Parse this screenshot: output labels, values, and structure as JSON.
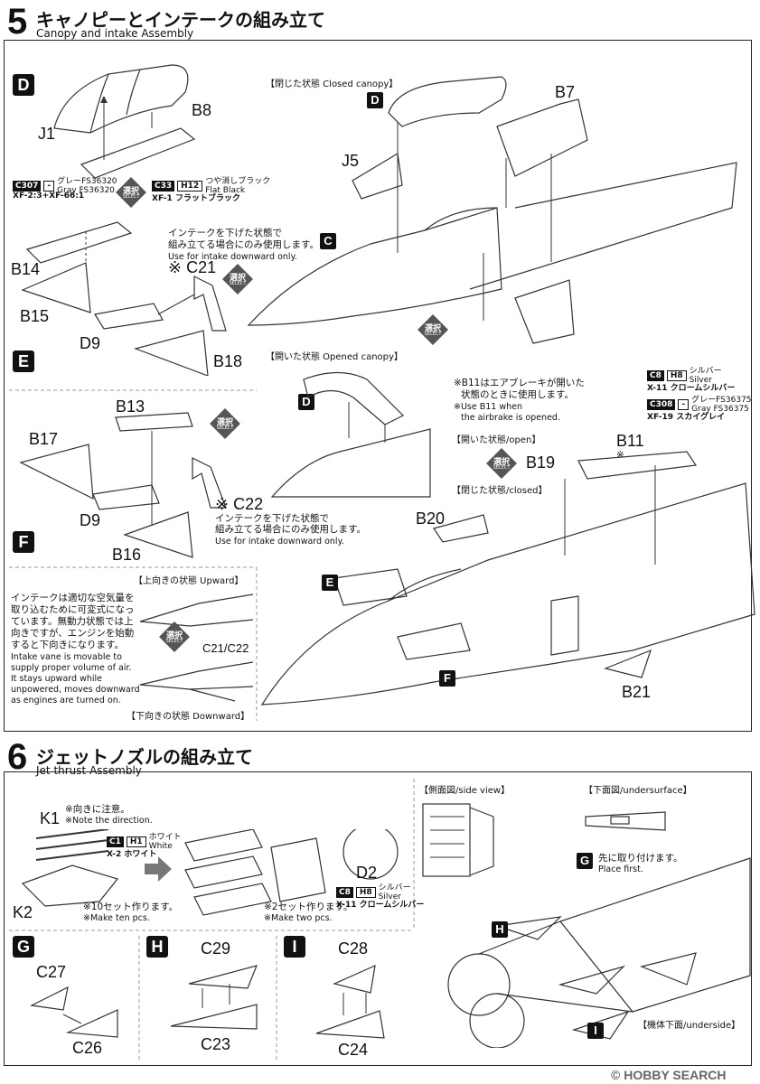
{
  "step5": {
    "number": "5",
    "title_jp": "キャノピーとインテークの組み立て",
    "title_en": "Canopy and intake Assembly"
  },
  "step6": {
    "number": "6",
    "title_jp": "ジェットノズルの組み立て",
    "title_en": "Jet thrust Assembly"
  },
  "letters": {
    "D": "D",
    "E": "E",
    "F": "F",
    "C": "C",
    "G": "G",
    "H": "H",
    "I": "I"
  },
  "parts": {
    "J1": "J1",
    "B8": "B8",
    "B14": "B14",
    "B15": "B15",
    "D9a": "D9",
    "B18": "B18",
    "B13": "B13",
    "B17": "B17",
    "D9b": "D9",
    "B16": "B16",
    "C21": "※ C21",
    "C22": "※ C22",
    "B7": "B7",
    "J5": "J5",
    "B11": "B11",
    "B11_mark": "※",
    "B19": "B19",
    "B20": "B20",
    "B21": "B21",
    "C21_C22": "C21/C22",
    "K1": "K1",
    "K2": "K2",
    "D2": "D2",
    "C27": "C27",
    "C26": "C26",
    "C29": "C29",
    "C23": "C23",
    "C28": "C28",
    "C24": "C24"
  },
  "paints": {
    "c307": {
      "code": "C307",
      "num": "-",
      "jp": "グレーFS36320",
      "en": "Gray FS36320",
      "line": "XF-2:3+XF-66:1"
    },
    "c33": {
      "code": "C33",
      "num": "H12",
      "jp": "つや消しブラック",
      "en": "Flat Black",
      "line": "XF-1 フラットブラック"
    },
    "c8a": {
      "code": "C8",
      "num": "H8",
      "jp": "シルバー",
      "en": "Silver",
      "line": "X-11 クロームシルバー"
    },
    "c308": {
      "code": "C308",
      "num": "-",
      "jp": "グレーFS36375",
      "en": "Gray FS36375",
      "line": "XF-19 スカイグレイ"
    },
    "c1": {
      "code": "C1",
      "num": "H1",
      "jp": "ホワイト",
      "en": "White",
      "line": "X-2 ホワイト"
    },
    "c8b": {
      "code": "C8",
      "num": "H8",
      "jp": "シルバー",
      "en": "Silver",
      "line": "X-11 クロームシルバー"
    }
  },
  "select": {
    "jp": "選択",
    "en": "SELECT"
  },
  "states": {
    "closed_canopy": "【閉じた状態 Closed canopy】",
    "opened_canopy": "【開いた状態 Opened canopy】",
    "open": "【開いた状態/open】",
    "closed": "【閉じた状態/closed】",
    "upward": "【上向きの状態 Upward】",
    "downward": "【下向きの状態 Downward】",
    "side_view": "【側面図/side view】",
    "undersurface": "【下面図/undersurface】",
    "underside": "【機体下面/underside】"
  },
  "notes": {
    "intake_c21_jp1": "インテークを下げた状態で",
    "intake_c21_jp2": "組み立てる場合にのみ使用します。",
    "intake_c21_en": "Use for intake downward only.",
    "intake_c22_jp1": "インテークを下げた状態で",
    "intake_c22_jp2": "組み立てる場合にのみ使用します。",
    "intake_c22_en": "Use for intake downward only.",
    "b11_jp1": "※B11はエアブレーキが開いた",
    "b11_jp2": "状態のときに使用します。",
    "b11_en1": "※Use B11 when",
    "b11_en2": "the airbrake is opened.",
    "vane_jp1": "インテークは適切な空気量を",
    "vane_jp2": "取り込むために可変式になっ",
    "vane_jp3": "ています。無動力状態では上",
    "vane_jp4": "向きですが、エンジンを始動",
    "vane_jp5": "すると下向きになります。",
    "vane_en1": "Intake vane is movable to",
    "vane_en2": "supply proper volume of air.",
    "vane_en3": "It stays upward while",
    "vane_en4": "unpowered, moves downward",
    "vane_en5": "as engines are turned on.",
    "direction_jp": "※向きに注意。",
    "direction_en": "※Note the direction.",
    "ten_jp": "※10セット作ります。",
    "ten_en": "※Make ten pcs.",
    "two_jp": "※2セット作ります。",
    "two_en": "※Make two pcs.",
    "place_first_jp": "先に取り付けます。",
    "place_first_en": "Place first."
  },
  "watermark": "HOBBY SEARCH",
  "watermark_c": "©"
}
